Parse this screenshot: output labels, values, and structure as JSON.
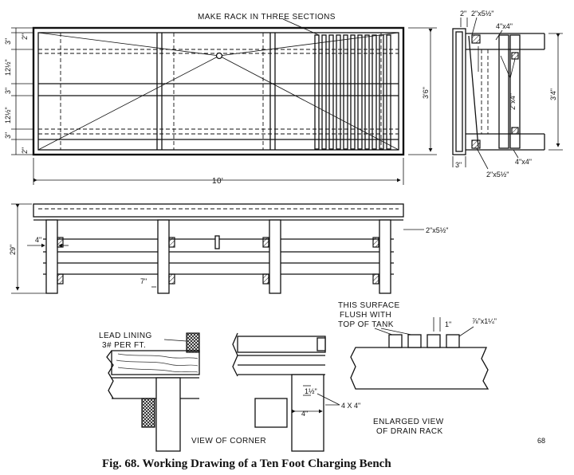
{
  "labels": {
    "make_rack": "MAKE RACK IN THREE SECTIONS",
    "ten_feet": "10'",
    "three_six": "3'6\"",
    "three_four": "3'4\"",
    "twenty_nine": "29\"",
    "four_in": "4\"",
    "seven_in": "7\"",
    "two_x_5half_top": "2\"x5½\"",
    "two_x_5half_bottom": "2\"x5½\"",
    "two_x_5half_front": "2\"x5½\"",
    "four_x_four_top": "4\"x4\"",
    "four_x_four_bottom": "4\"x4\"",
    "two_x_four": "2\"x4\"",
    "dim_2_side": "2\"",
    "dim_3_side": "3\"",
    "left_dims": [
      "2\"",
      "3\"",
      "12½\"",
      "3\"",
      "12½\"",
      "3\"",
      "2\""
    ],
    "lead_lining_1": "LEAD LINING",
    "lead_lining_2": "3# PER FT.",
    "view_of_corner": "VIEW OF CORNER",
    "one_half": "1½\"",
    "four_in_corner": "4\"",
    "four_x_four_corner": "4 X 4\"",
    "surface_1": "THIS SURFACE",
    "surface_2": "FLUSH WITH",
    "surface_3": "TOP OF TANK",
    "one_in": "1\"",
    "slat_size": "⅞\"x1¼\"",
    "enlarged_1": "ENLARGED VIEW",
    "enlarged_2": "OF DRAIN RACK",
    "fig_number": "68"
  },
  "caption": "Fig. 68.  Working Drawing of a Ten Foot Charging Bench"
}
